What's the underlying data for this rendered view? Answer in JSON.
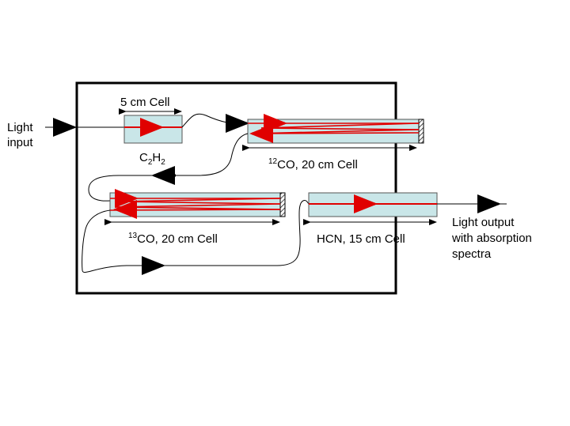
{
  "labels": {
    "light_input_1": "Light",
    "light_input_2": "input",
    "cell_c2h2_length": "5 cm Cell",
    "c2h2": {
      "base": "C",
      "sub1": "2",
      "mid": "H",
      "sub2": "2"
    },
    "co12": {
      "sup": "12",
      "text": "CO, 20 cm Cell"
    },
    "co13": {
      "sup": "13",
      "text": "CO, 20 cm Cell"
    },
    "hcn": "HCN, 15 cm Cell",
    "output_1": "Light output",
    "output_2": "with absorption",
    "output_3": "spectra"
  },
  "colors": {
    "frame": "#000000",
    "cell_fill": "#c9e6e8",
    "beam": "#e00000",
    "fiber": "#000000",
    "mirror_hatch": "#000000"
  }
}
